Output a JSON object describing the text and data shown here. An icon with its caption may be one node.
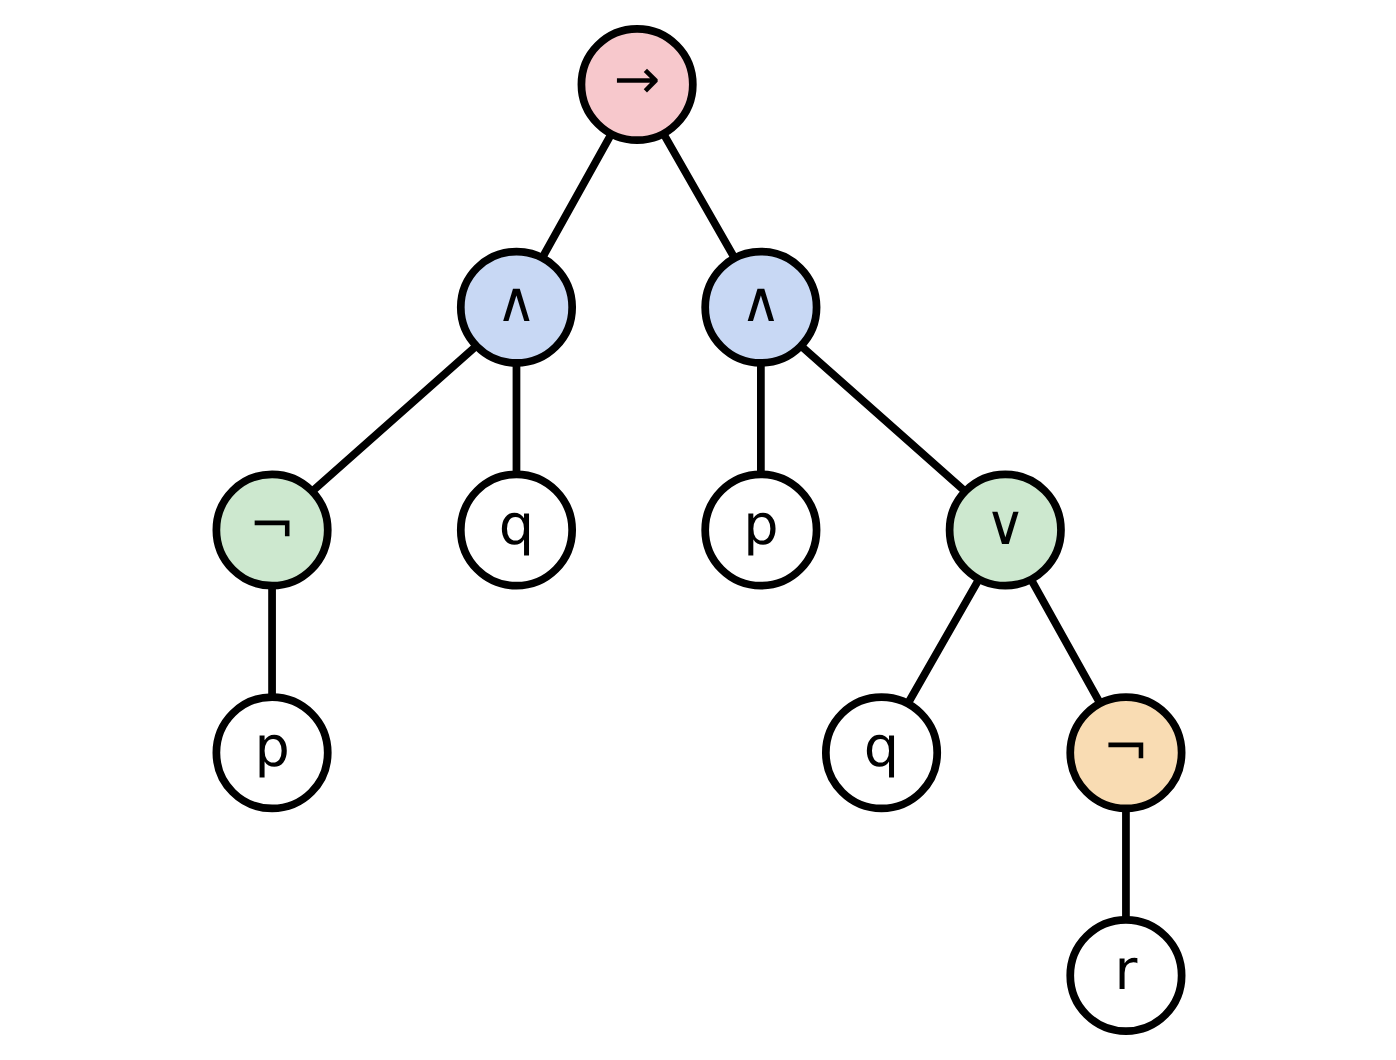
{
  "diagram": {
    "nodes": [
      {
        "text": [
          "→"
        ]
      },
      {
        "text": [
          "∧"
        ]
      },
      {
        "text": [
          "∧"
        ]
      },
      {
        "text": [
          "¬"
        ]
      },
      {
        "text": [
          "q"
        ]
      },
      {
        "text": [
          "p"
        ]
      },
      {
        "text": [
          "∨"
        ]
      },
      {
        "text": [
          "p"
        ]
      },
      {
        "text": [
          "q"
        ]
      },
      {
        "text": [
          "¬"
        ]
      },
      {
        "text": [
          "r"
        ]
      }
    ],
    "edges": [
      {
        "from": 0,
        "to": 1,
        "arrow": "none"
      },
      {
        "from": 0,
        "to": 2,
        "arrow": "none"
      },
      {
        "from": 1,
        "to": 3,
        "arrow": "none"
      },
      {
        "from": 1,
        "to": 4,
        "arrow": "none"
      },
      {
        "from": 2,
        "to": 5,
        "arrow": "none"
      },
      {
        "from": 2,
        "to": 6,
        "arrow": "none"
      },
      {
        "from": 3,
        "to": 7,
        "arrow": "none"
      },
      {
        "from": 6,
        "to": 8,
        "arrow": "none"
      },
      {
        "from": 6,
        "to": 9,
        "arrow": "none"
      },
      {
        "from": 9,
        "to": 10,
        "arrow": "none"
      }
    ]
  }
}
